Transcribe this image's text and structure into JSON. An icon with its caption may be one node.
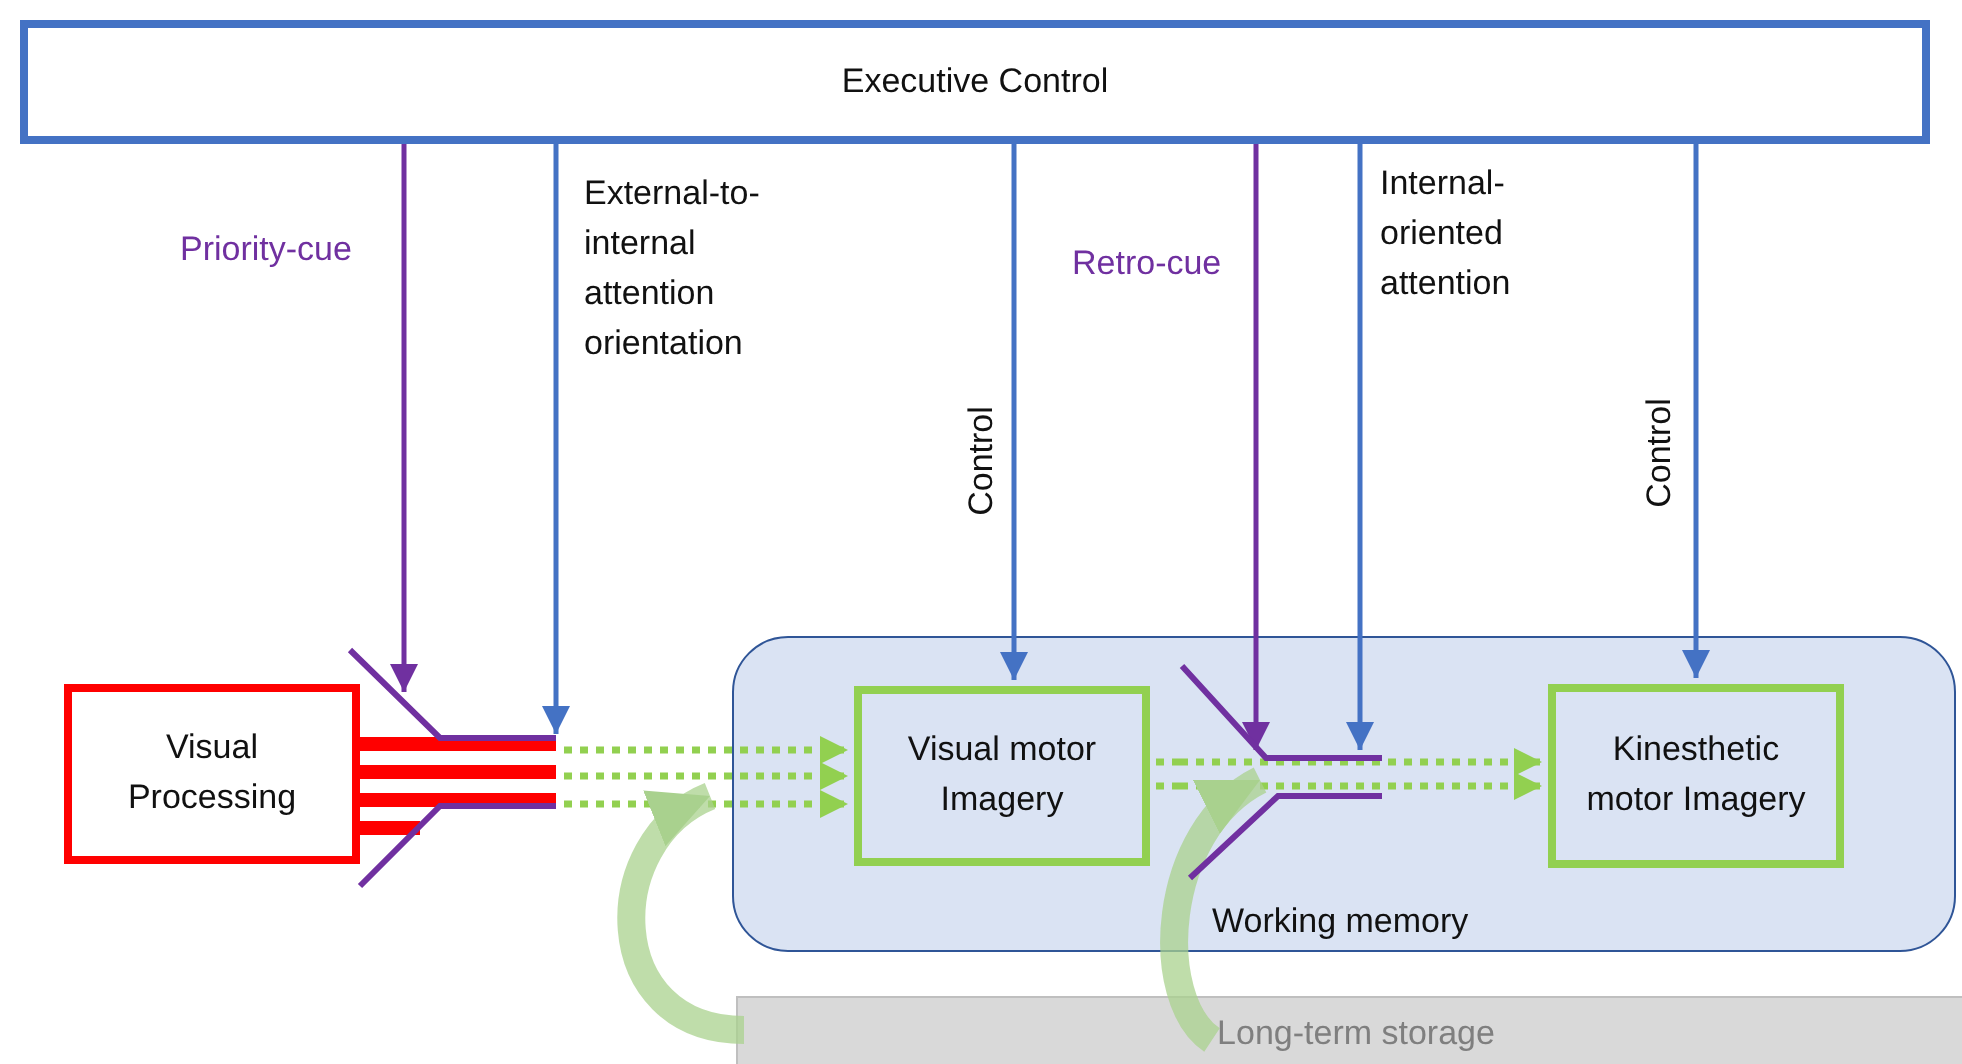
{
  "diagram": {
    "nodes": [
      {
        "text": [
          "Executive Control"
        ]
      },
      {
        "text": [
          "Working memory"
        ]
      },
      {
        "text": [
          "Visual Processing"
        ]
      },
      {
        "text": [
          "Visual motor Imagery"
        ],
        "in": 1
      },
      {
        "text": [
          "Kinesthetic motor Imagery"
        ],
        "in": 1
      },
      {
        "text": [
          "Long-term storage"
        ]
      },
      {
        "text": [],
        "shape": "funnel"
      },
      {
        "text": [],
        "shape": "funnel",
        "in": 1
      }
    ],
    "edges": [
      {
        "from": 0,
        "to": 6,
        "arrow": "to",
        "label": "Priority-cue",
        "color": "#7030a0"
      },
      {
        "from": 0,
        "to": 6,
        "arrow": "to",
        "label": "External-to-internal attention orientation",
        "color": "#4472c4"
      },
      {
        "from": 0,
        "to": 3,
        "arrow": "to",
        "label": "Control",
        "color": "#4472c4"
      },
      {
        "from": 0,
        "to": 7,
        "arrow": "to",
        "label": "Retro-cue",
        "color": "#7030a0"
      },
      {
        "from": 0,
        "to": 7,
        "arrow": "to",
        "label": "Internal-oriented attention",
        "color": "#4472c4"
      },
      {
        "from": 0,
        "to": 4,
        "arrow": "to",
        "label": "Control",
        "color": "#4472c4"
      },
      {
        "from": 2,
        "to": 6,
        "arrow": "none",
        "style": "thick",
        "color": "#ff0000"
      },
      {
        "from": 6,
        "to": 3,
        "arrow": "to",
        "style": "dashed",
        "color": "#92d050"
      },
      {
        "from": 6,
        "to": 3,
        "arrow": "to",
        "style": "dashed",
        "color": "#92d050"
      },
      {
        "from": 6,
        "to": 3,
        "arrow": "to",
        "style": "dashed",
        "color": "#92d050"
      },
      {
        "from": 3,
        "to": 7,
        "arrow": "none",
        "style": "dashed",
        "color": "#92d050"
      },
      {
        "from": 3,
        "to": 7,
        "arrow": "none",
        "style": "dashed",
        "color": "#92d050"
      },
      {
        "from": 7,
        "to": 4,
        "arrow": "to",
        "style": "dashed",
        "color": "#92d050"
      },
      {
        "from": 7,
        "to": 4,
        "arrow": "to",
        "style": "dashed",
        "color": "#92d050"
      },
      {
        "from": 5,
        "to": 1,
        "arrow": "to",
        "style": "thick",
        "color": "#a9d18e"
      },
      {
        "from": 5,
        "to": 7,
        "arrow": "to",
        "style": "thick",
        "color": "#a9d18e"
      }
    ]
  }
}
